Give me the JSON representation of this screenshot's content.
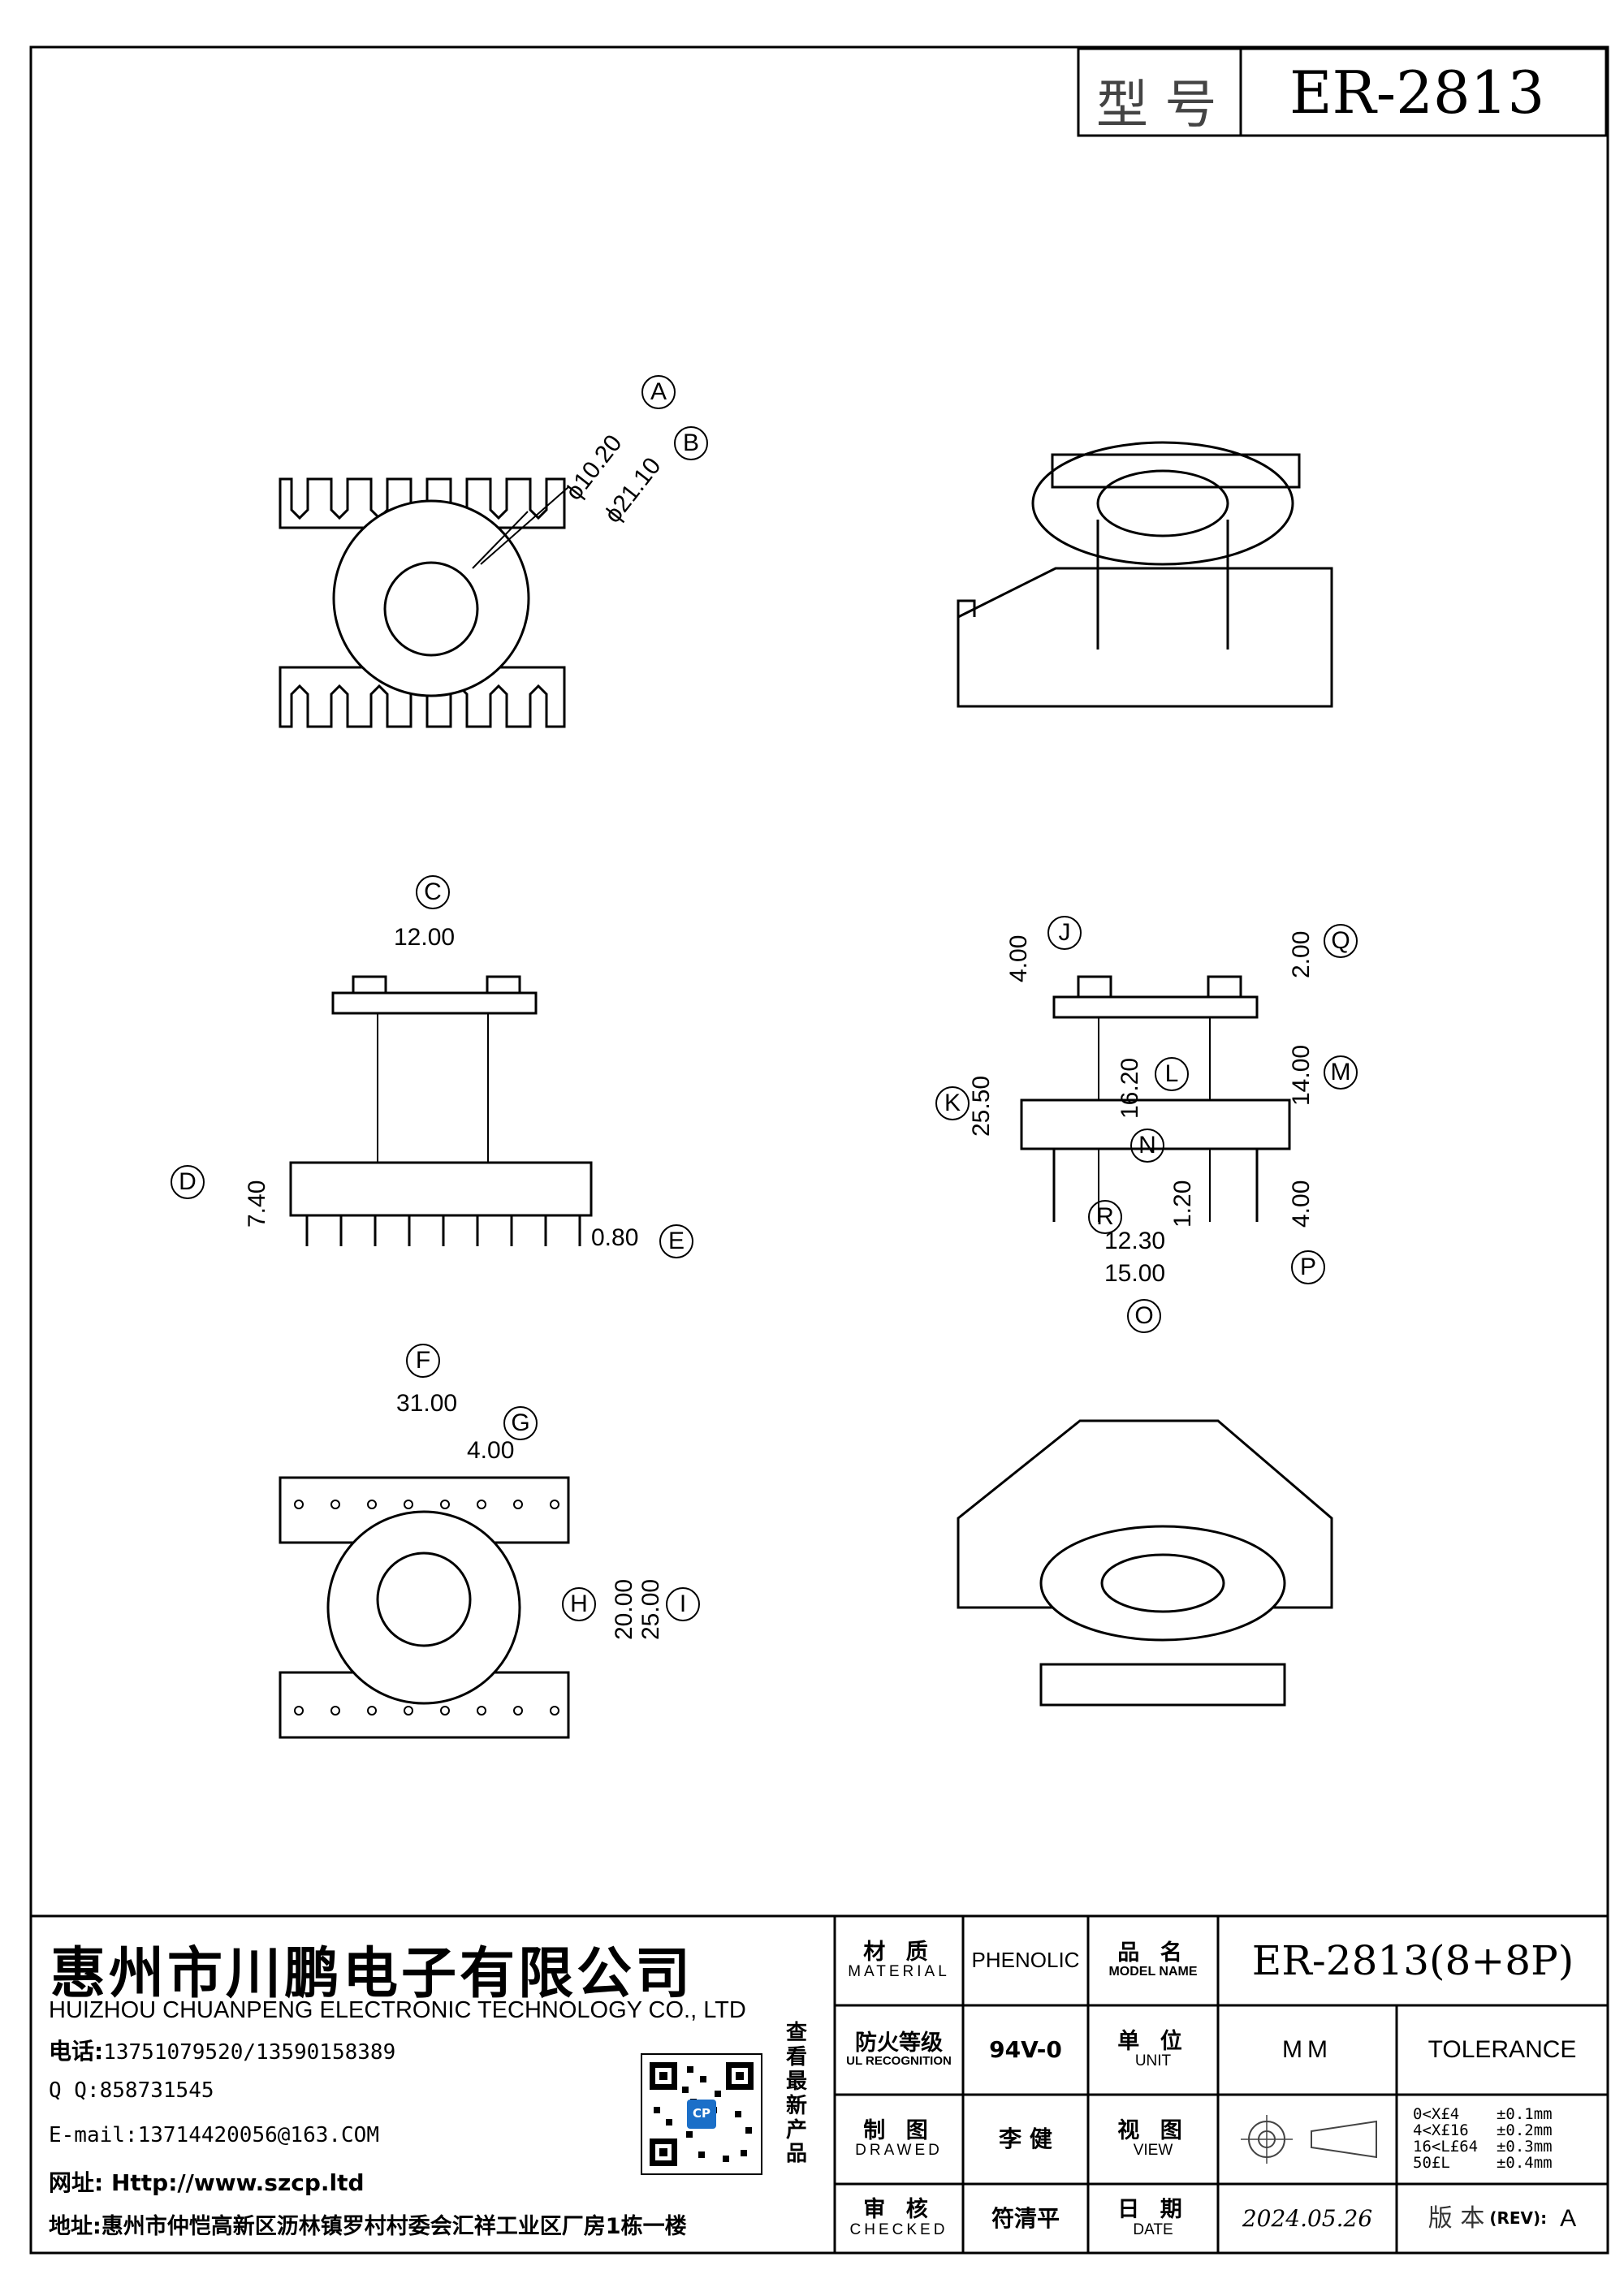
{
  "title_block": {
    "model_label": "型 号",
    "model_value": "ER-2813"
  },
  "labels": {
    "A": "A",
    "B": "B",
    "C": "C",
    "D": "D",
    "E": "E",
    "F": "F",
    "G": "G",
    "H": "H",
    "I": "I",
    "J": "J",
    "K": "K",
    "L": "L",
    "M": "M",
    "N": "N",
    "O": "O",
    "P": "P",
    "Q": "Q",
    "R": "R"
  },
  "dimensions": {
    "A": "ϕ10.20",
    "B": "ϕ21.10",
    "C": "12.00",
    "D": "7.40",
    "E": "0.80",
    "F": "31.00",
    "G": "4.00",
    "H": "20.00",
    "I": "25.00",
    "J": "4.00",
    "K": "25.50",
    "L": "16.20",
    "M": "14.00",
    "N": "1.20",
    "O": "15.00",
    "P": "4.00",
    "Q": "2.00",
    "R": "12.30"
  },
  "company": {
    "name_cn": "惠州市川鹏电子有限公司",
    "name_en": "HUIZHOU CHUANPENG ELECTRONIC TECHNOLOGY CO., LTD",
    "phone_label": "电话:",
    "phone": "13751079520/13590158389",
    "qq_label": "Q Q:",
    "qq": "858731545",
    "email_label": "E-mail:",
    "email": "13714420056@163.COM",
    "web_label": "网址:",
    "web": " Http://www.szcp.ltd",
    "addr_label": "地址:",
    "addr": "惠州市仲恺高新区沥林镇罗村村委会汇祥工业区厂房1栋一楼",
    "qr_caption": "查看最新产品",
    "qr_logo": "CP"
  },
  "table": {
    "material_cn": "材 质",
    "material_en": "MATERIAL",
    "material_val": "PHENOLIC",
    "model_cn": "品 名",
    "model_en": "MODEL NAME",
    "model_val": "ER-2813(8+8P)",
    "fire_cn": "防火等级",
    "fire_en": "UL RECOGNITION",
    "fire_val": "94V-0",
    "unit_cn": "单 位",
    "unit_en": "UNIT",
    "unit_val": "MM",
    "tolerance": "TOLERANCE",
    "drawn_cn": "制 图",
    "drawn_en": "DRAWED",
    "drawn_val": "李 健",
    "view_cn": "视 图",
    "view_en": "VIEW",
    "tol_rows": [
      "0<X£4    ±0.1mm",
      "4<X£16   ±0.2mm",
      "16<L£64  ±0.3mm",
      "50£L     ±0.4mm"
    ],
    "check_cn": "审 核",
    "check_en": "CHECKED",
    "check_val": "符清平",
    "date_cn": "日 期",
    "date_en": "DATE",
    "date_val": "2024.05.26",
    "rev_cn": "版 本",
    "rev_en": "(REV):",
    "rev_val": "A"
  }
}
